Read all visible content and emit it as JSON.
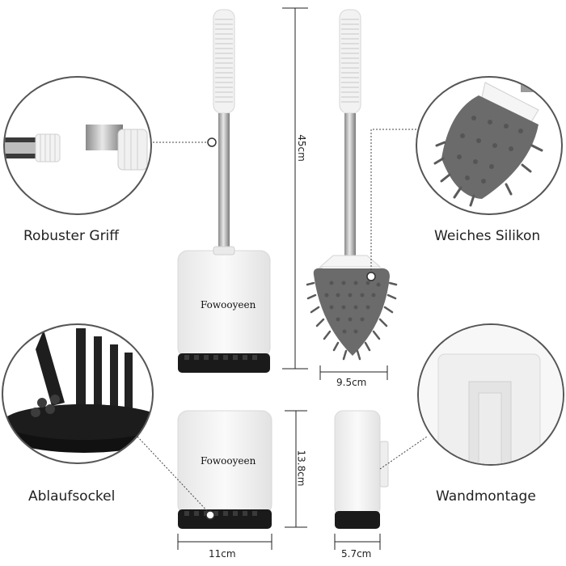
{
  "labels": {
    "handle": "Robuster Griff",
    "silicone": "Weiches Silikon",
    "drain_base": "Ablaufsockel",
    "wall_mount": "Wandmontage"
  },
  "brand": "Fowooyeen",
  "dimensions": {
    "height": "45cm",
    "brush_width": "9.5cm",
    "holder_height": "13.8cm",
    "holder_width": "11cm",
    "holder_depth": "5.7cm"
  },
  "colors": {
    "silicone": "#6b6b6b",
    "base": "#1a1a1a",
    "holder": "#f4f4f4",
    "steel": "#b8b8b8"
  }
}
